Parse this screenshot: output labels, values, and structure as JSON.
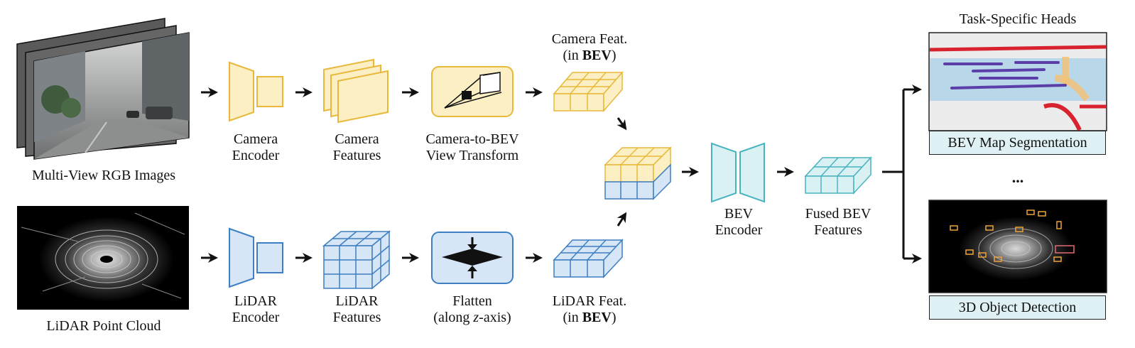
{
  "images": {
    "rgb_label": "Multi-View RGB Images",
    "lidar_label": "LiDAR Point Cloud"
  },
  "camera_branch": {
    "encoder": [
      "Camera",
      "Encoder"
    ],
    "features": [
      "Camera",
      "Features"
    ],
    "transform": [
      "Camera-to-BEV",
      "View Transform"
    ],
    "feat_bev": [
      "Camera Feat.",
      "(in ",
      "BEV",
      ")"
    ]
  },
  "lidar_branch": {
    "encoder": [
      "LiDAR",
      "Encoder"
    ],
    "features": [
      "LiDAR",
      "Features"
    ],
    "flatten": [
      "Flatten",
      "(along ",
      "z",
      "-axis)"
    ],
    "feat_bev": [
      "LiDAR Feat.",
      "(in ",
      "BEV",
      ")"
    ]
  },
  "fusion": {
    "bev_encoder": [
      "BEV",
      "Encoder"
    ],
    "fused": [
      "Fused BEV",
      "Features"
    ]
  },
  "heads": {
    "title": "Task-Specific Heads",
    "seg_label": "BEV Map Segmentation",
    "ellipsis": "...",
    "det_label": "3D Object Detection"
  },
  "colors": {
    "camera_fill": "#fcefc4",
    "camera_stroke": "#e8b83a",
    "lidar_fill": "#d6e6f7",
    "lidar_stroke": "#3d7fc2",
    "bev_fill": "#d9f1f3",
    "bev_stroke": "#49b4c0",
    "label_box": "#dff1f4"
  }
}
